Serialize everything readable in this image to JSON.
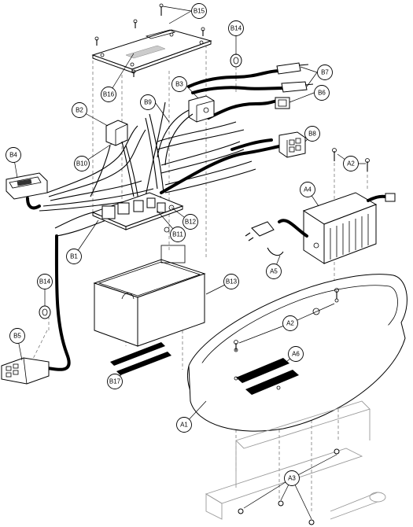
{
  "callouts": [
    {
      "id": "A1",
      "label": "A1"
    },
    {
      "id": "A2a",
      "label": "A2"
    },
    {
      "id": "A2b",
      "label": "A2"
    },
    {
      "id": "A3",
      "label": "A3"
    },
    {
      "id": "A4",
      "label": "A4"
    },
    {
      "id": "A5",
      "label": "A5"
    },
    {
      "id": "A6",
      "label": "A6"
    },
    {
      "id": "B1",
      "label": "B1"
    },
    {
      "id": "B2",
      "label": "B2"
    },
    {
      "id": "B3",
      "label": "B3"
    },
    {
      "id": "B4",
      "label": "B4"
    },
    {
      "id": "B5",
      "label": "B5"
    },
    {
      "id": "B6",
      "label": "B6"
    },
    {
      "id": "B7",
      "label": "B7"
    },
    {
      "id": "B8",
      "label": "B8"
    },
    {
      "id": "B9",
      "label": "B9"
    },
    {
      "id": "B10",
      "label": "B10"
    },
    {
      "id": "B11",
      "label": "B11"
    },
    {
      "id": "B12",
      "label": "B12"
    },
    {
      "id": "B13",
      "label": "B13"
    },
    {
      "id": "B14a",
      "label": "B14"
    },
    {
      "id": "B14b",
      "label": "B14"
    },
    {
      "id": "B15",
      "label": "B15"
    },
    {
      "id": "B16",
      "label": "B16"
    },
    {
      "id": "B17",
      "label": "B17"
    }
  ]
}
